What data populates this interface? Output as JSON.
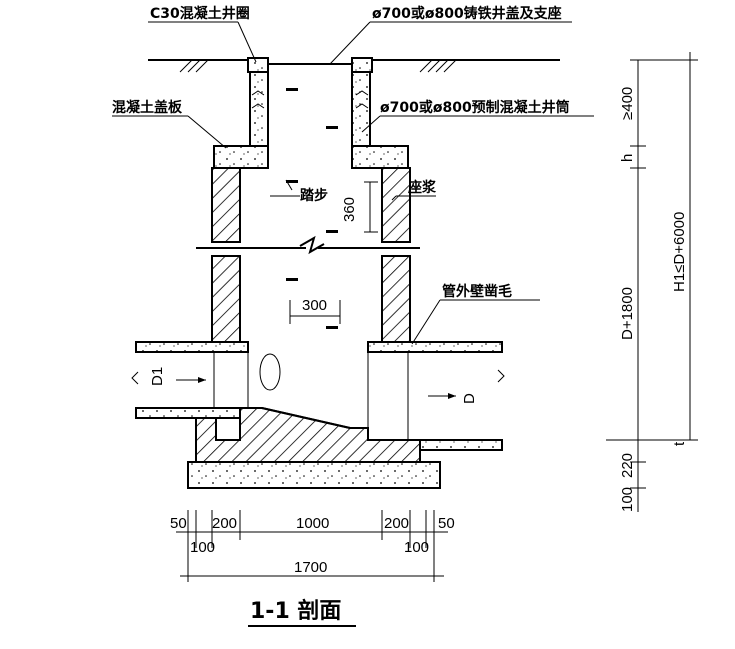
{
  "labels": {
    "c30_ring": "C30混凝土井圈",
    "cover_frame": "ø700或ø800铸铁井盖及支座",
    "cover_slab": "混凝土盖板",
    "shaft": "ø700或ø800预制混凝土井筒",
    "steps": "踏步",
    "mortar": "座浆",
    "pipe_wall": "管外壁凿毛",
    "pipe_d1": "D1",
    "pipe_d": "D",
    "title": "1-1 剖面"
  },
  "dimensions": {
    "right_400": "≥400",
    "right_h": "h",
    "right_d1800": "D+1800",
    "right_h1": "H1≤D+6000",
    "right_t": "t",
    "right_220": "220",
    "right_100": "100",
    "step_360": "360",
    "step_300": "300",
    "bottom_50_left": "50",
    "bottom_200_left": "200",
    "bottom_1000": "1000",
    "bottom_200_right": "200",
    "bottom_50_right": "50",
    "bottom_100_left": "100",
    "bottom_100_right": "100",
    "bottom_1700": "1700"
  }
}
